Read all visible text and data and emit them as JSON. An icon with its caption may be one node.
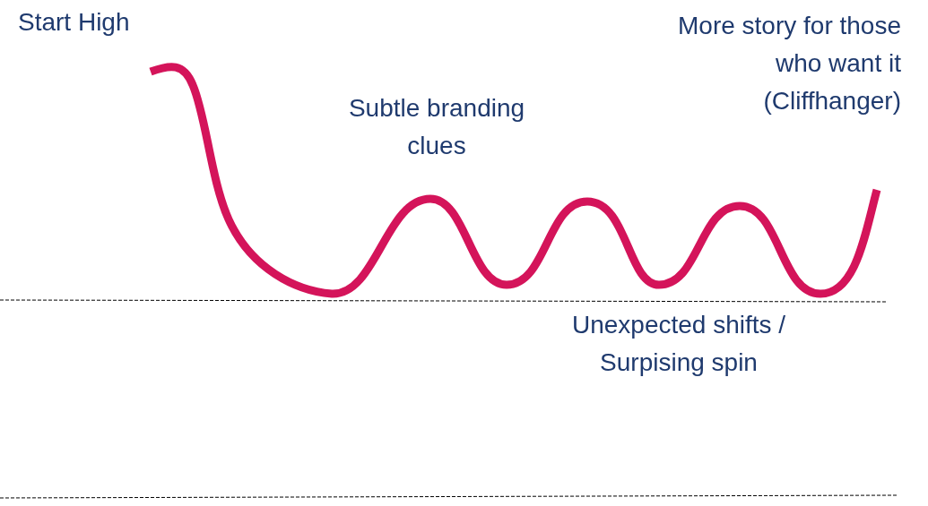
{
  "diagram": {
    "labels": [
      "Start High",
      "More story for those who want it (Cliffhanger)",
      "Subtle branding clues",
      "Unexpected shifts / Surpising spin"
    ]
  }
}
